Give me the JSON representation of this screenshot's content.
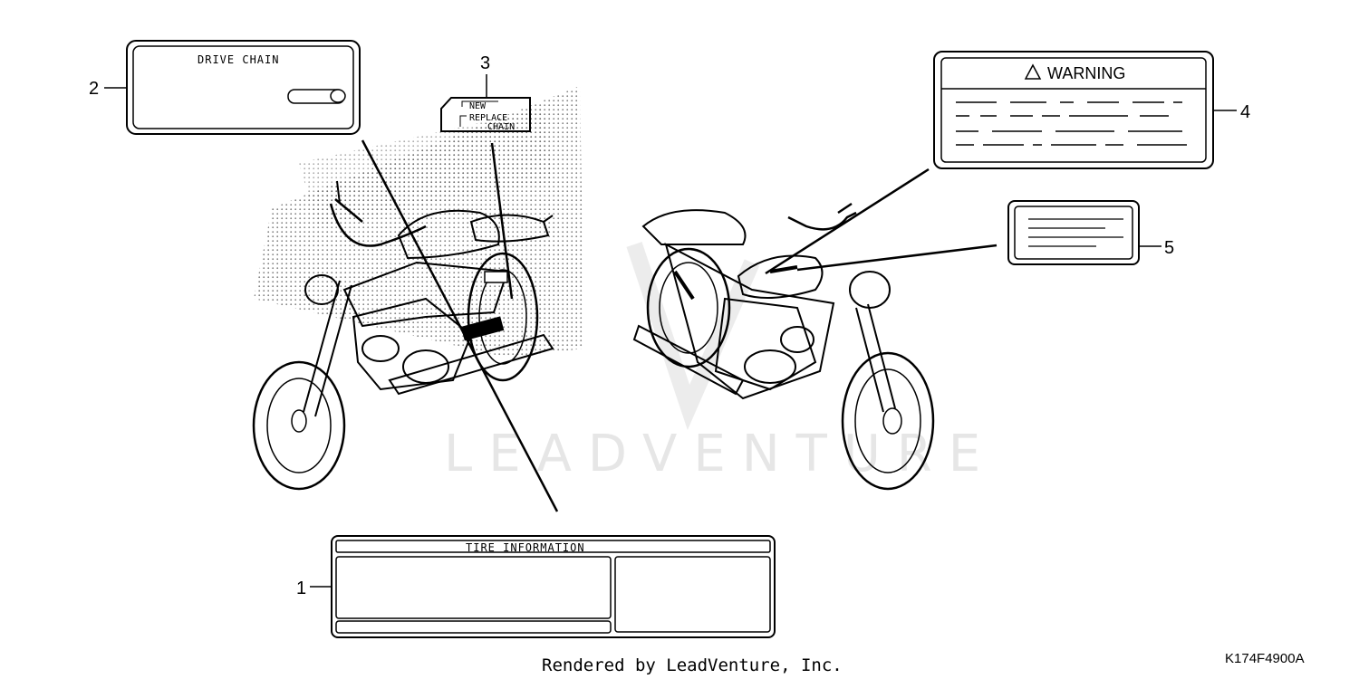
{
  "callouts": {
    "c1": "1",
    "c2": "2",
    "c3": "3",
    "c4": "4",
    "c5": "5"
  },
  "labels": {
    "drive_chain": "DRIVE CHAIN",
    "tire_information": "TIRE INFORMATION",
    "warning": "WARNING",
    "new_label": {
      "line1": "NEW",
      "line2": "REPLACE",
      "line3": "CHAIN"
    }
  },
  "watermark": "LEADVENTURE",
  "footer": "Rendered by LeadVenture, Inc.",
  "part_number": "K174F4900A"
}
